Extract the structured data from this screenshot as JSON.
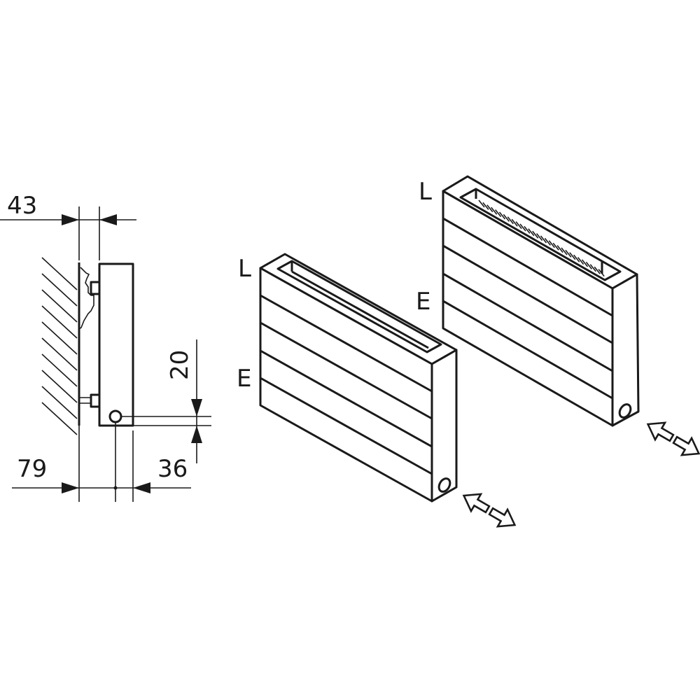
{
  "section_view": {
    "dim_wall_to_radiator": "43",
    "dim_wall_to_pipe": "79",
    "dim_pipe_to_front": "36",
    "dim_pipe_height": "20"
  },
  "radiator_small": {
    "label_top": "L",
    "label_front": "E"
  },
  "radiator_large": {
    "label_top": "L",
    "label_front": "E"
  },
  "colors": {
    "line": "#1a1a1a",
    "background": "#ffffff"
  }
}
